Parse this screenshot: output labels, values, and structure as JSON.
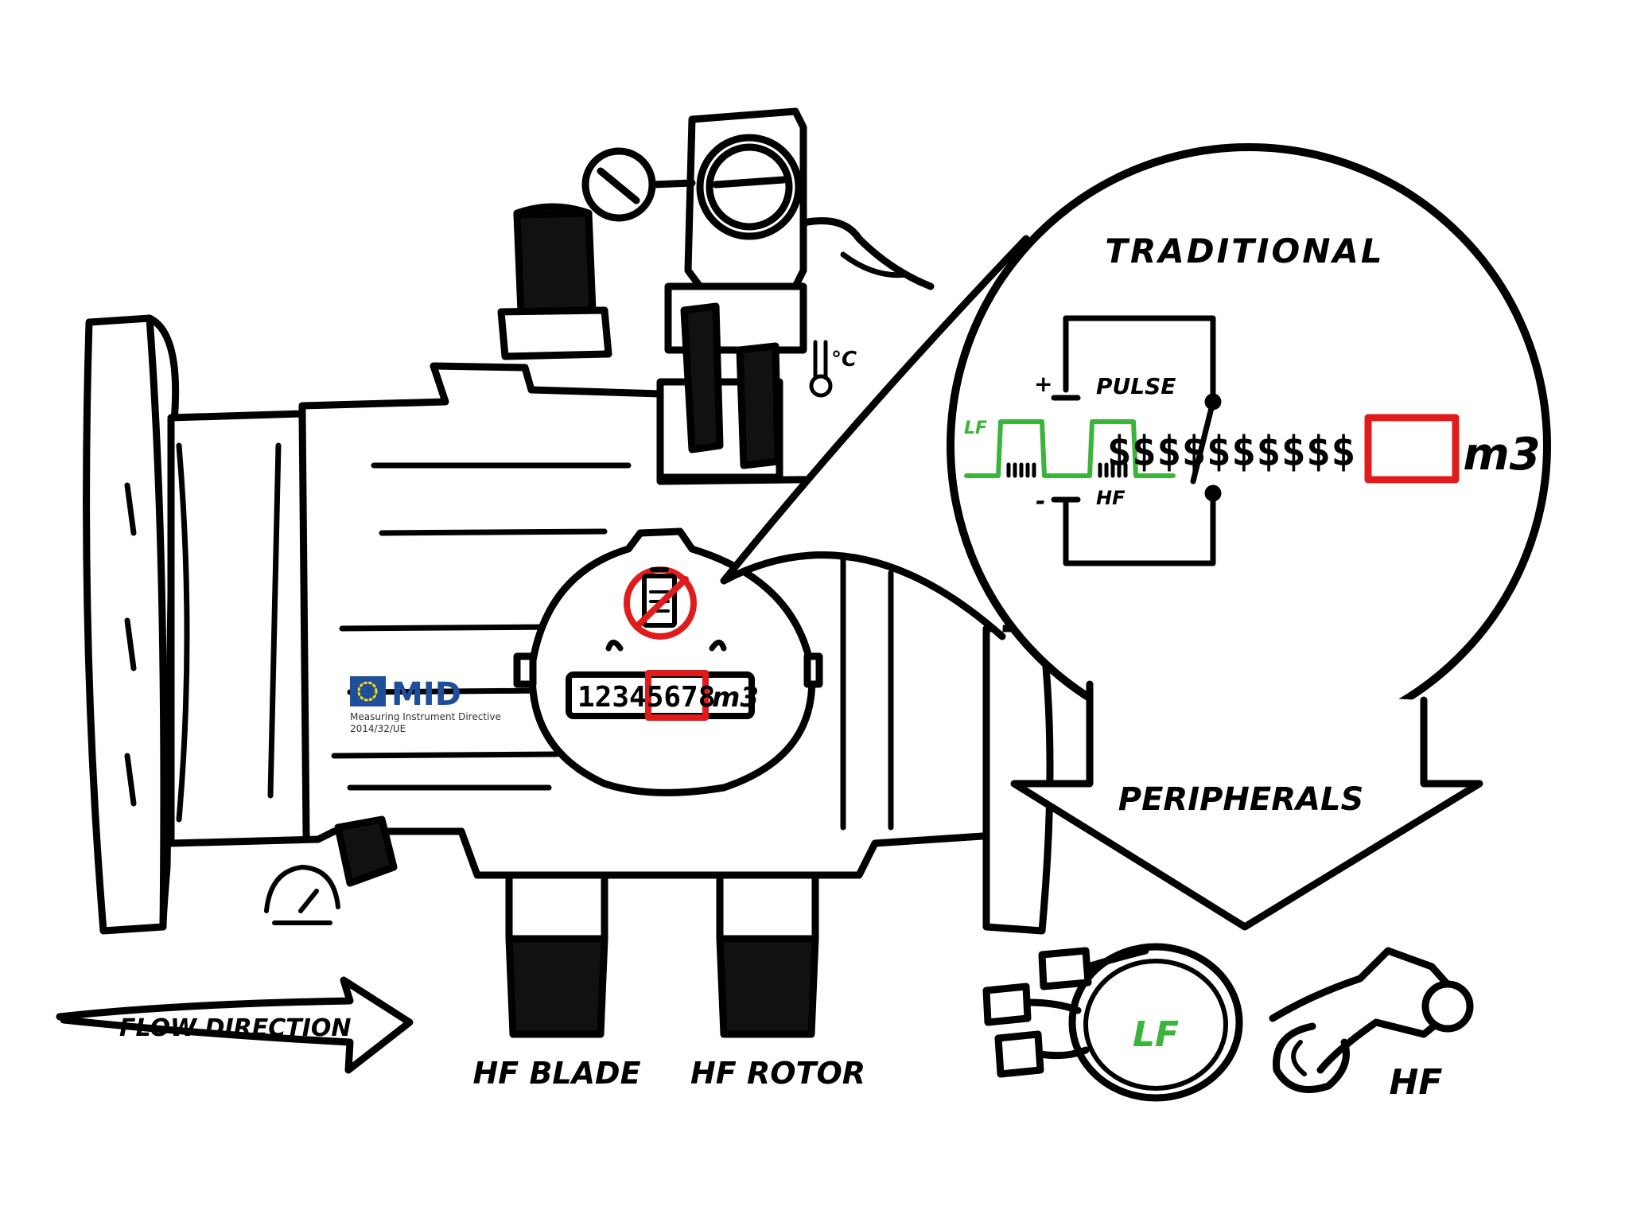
{
  "magnifier": {
    "title": "TRADITIONAL",
    "pulse_label": "PULSE",
    "hf_label": "HF",
    "plus_sign": "+",
    "minus_sign": "-",
    "lf_label": "LF",
    "register_digits": "$$$$$$$$$$",
    "register_unit": "m3"
  },
  "counter": {
    "digits": "12345678",
    "unit": "m3"
  },
  "mid_logo": {
    "text": "MID",
    "line1": "Measuring Instrument Directive",
    "line2": "2014/32/UE"
  },
  "thermometer_unit": "°C",
  "flow": {
    "label": "FLOW DIRECTION"
  },
  "sensors": {
    "hf_blade": "HF BLADE",
    "hf_rotor": "HF ROTOR"
  },
  "peripherals": {
    "label": "PERIPHERALS",
    "lf_label": "LF",
    "hf_label": "HF"
  },
  "colors": {
    "ink": "#000000",
    "signal_green": "#3cb43c",
    "highlight_red": "#e01b1b",
    "eu_blue": "#1f4e9a",
    "eu_star": "#ffdd00"
  },
  "icons": [
    "battery-crossed-icon",
    "thermometer-icon",
    "pressure-gauge-icon",
    "flow-arrow-icon",
    "down-arrow-icon"
  ]
}
